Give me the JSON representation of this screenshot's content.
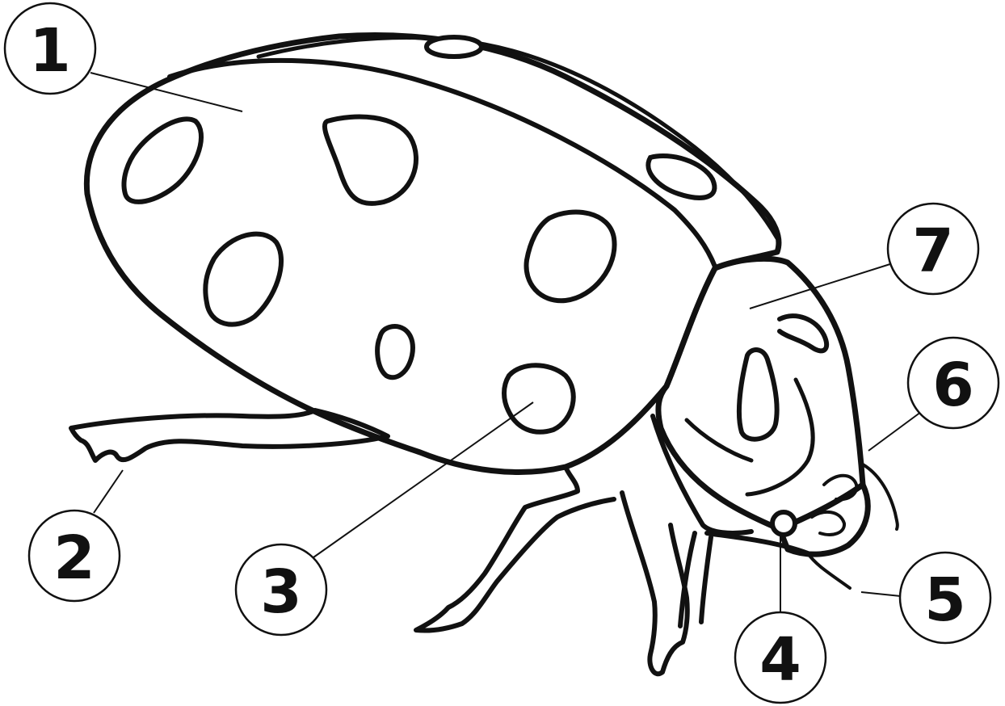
{
  "diagram": {
    "subject": "ladybug-anatomy",
    "ink_color": "#111111",
    "background_color": "#ffffff",
    "callouts": [
      {
        "id": "c1",
        "label": "1"
      },
      {
        "id": "c2",
        "label": "2"
      },
      {
        "id": "c3",
        "label": "3"
      },
      {
        "id": "c4",
        "label": "4"
      },
      {
        "id": "c5",
        "label": "5"
      },
      {
        "id": "c6",
        "label": "6"
      },
      {
        "id": "c7",
        "label": "7"
      }
    ]
  }
}
